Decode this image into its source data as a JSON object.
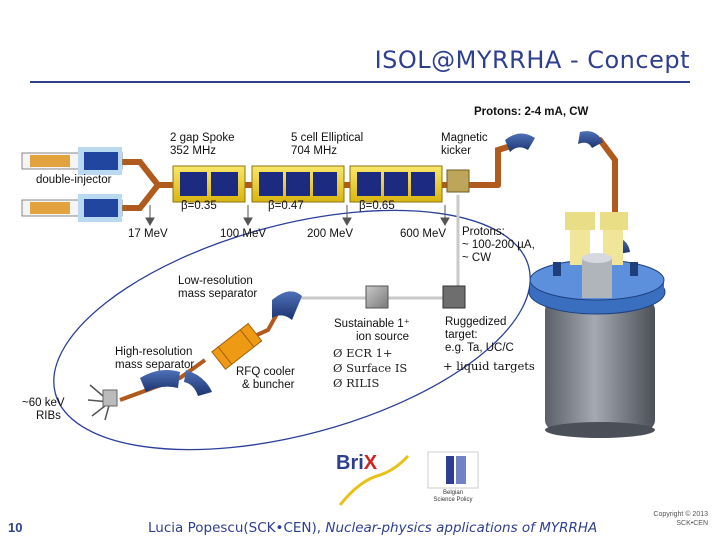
{
  "title": "ISOL@MYRRHA - Concept",
  "labels": {
    "protons_top": "Protons: 2-4 mA, CW",
    "spoke_1": "2 gap Spoke",
    "spoke_2": "352 MHz",
    "elliptical_1": "5 cell Elliptical",
    "elliptical_2": "704 MHz",
    "kicker_1": "Magnetic",
    "kicker_2": "kicker",
    "injector": "double-injector",
    "beta_1": "β=0.35",
    "beta_2": "β=0.47",
    "beta_3": "β=0.65",
    "e1": "17 MeV",
    "e2": "100 MeV",
    "e3": "200 MeV",
    "e4": "600 MeV",
    "protons_side_1": "Protons:",
    "protons_side_2": "~ 100-200 µA,",
    "protons_side_3": "~ CW",
    "lowres_1": "Low-resolution",
    "lowres_2": "mass separator",
    "highres_1": "High-resolution",
    "highres_2": "mass separator",
    "rfq_1": "RFQ cooler",
    "rfq_2": "& buncher",
    "ion_1": "Sustainable 1⁺",
    "ion_2": "ion source",
    "target_1": "Ruggedized",
    "target_2": "target:",
    "target_3": "e.g. Ta, UC/C",
    "target_4": "+ liquid targets",
    "ribs_1": "~60 keV",
    "ribs_2": "RIBs"
  },
  "ion_sources": [
    "ECR 1+",
    "Surface IS",
    "RILIS"
  ],
  "bullet_glyph": "Ø",
  "logos": {
    "brix_prefix": "Bri",
    "brix_suffix": "X",
    "belgian_1": "Belgian",
    "belgian_2": "Science Policy"
  },
  "footer": {
    "page_number": "10",
    "author": "Lucia Popescu(SCK•CEN),",
    "talk": "Nuclear-physics applications of MYRRHA",
    "copyright_1": "Copyright © 2013",
    "copyright_2": "SCK•CEN"
  },
  "colors": {
    "accent": "#2f3f8f",
    "beam": "#b05a1e",
    "cavity": "#f2d51d",
    "cavity_dark": "#1c2a80",
    "magnet": "#24428a",
    "rfq": "#ef9a14"
  }
}
